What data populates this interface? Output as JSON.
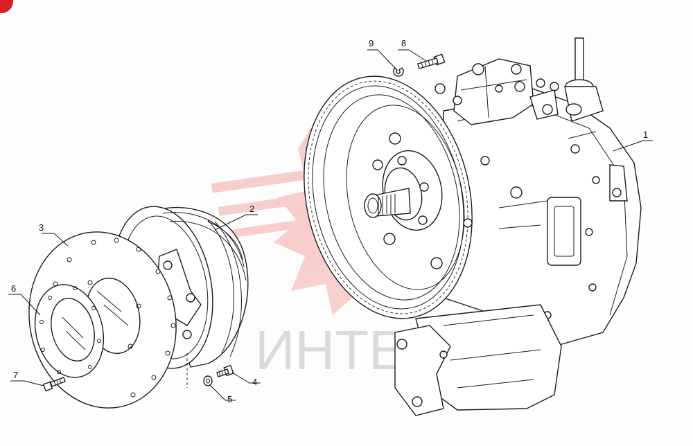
{
  "colors": {
    "watermark_red": "#e8473f",
    "corner_badge": "#d81f26",
    "line_art": "#1a1a1a"
  },
  "watermark": {
    "text": "ИНТЕ"
  },
  "callouts": [
    {
      "id": "1",
      "label": "1",
      "part": "gearbox-housing"
    },
    {
      "id": "2",
      "label": "2",
      "part": "clutch-drum"
    },
    {
      "id": "3",
      "label": "3",
      "part": "drive-plate"
    },
    {
      "id": "4",
      "label": "4",
      "part": "bolt"
    },
    {
      "id": "5",
      "label": "5",
      "part": "washer"
    },
    {
      "id": "6",
      "label": "6",
      "part": "adapter-plate"
    },
    {
      "id": "7",
      "label": "7",
      "part": "bolt"
    },
    {
      "id": "8",
      "label": "8",
      "part": "bolt"
    },
    {
      "id": "9",
      "label": "9",
      "part": "spring-washer"
    }
  ]
}
